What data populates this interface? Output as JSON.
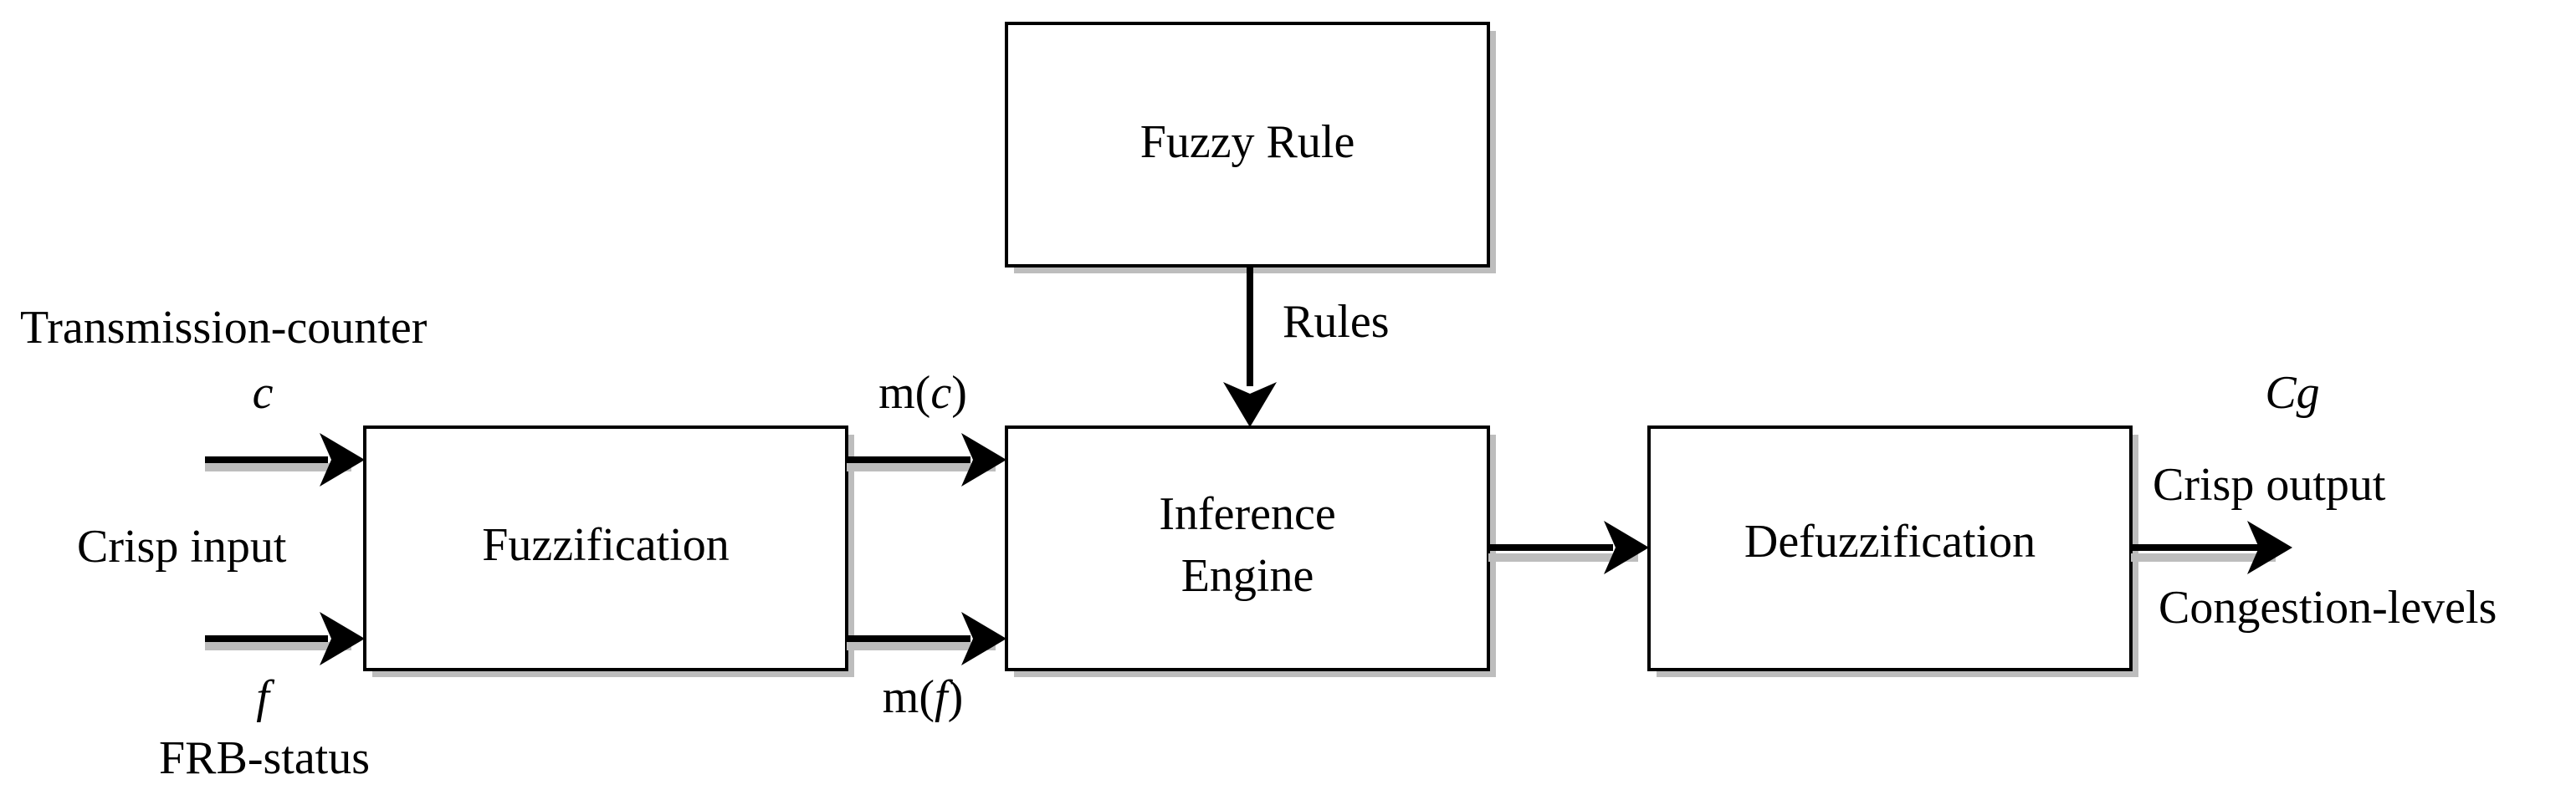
{
  "blocks": {
    "fuzzy_rule": "Fuzzy Rule",
    "fuzzification": "Fuzzification",
    "inference_line1": "Inference",
    "inference_line2": "Engine",
    "defuzzification": "Defuzzification"
  },
  "inputs": {
    "top_label": "Transmission-counter",
    "top_var": "c",
    "middle_label": "Crisp input",
    "bottom_var": "f",
    "bottom_label": "FRB-status"
  },
  "signals": {
    "rules": "Rules",
    "mc_prefix": "m(",
    "mc_var": "c",
    "mc_suffix": ")",
    "mf_prefix": "m(",
    "mf_var": "f",
    "mf_suffix": ")"
  },
  "output": {
    "var": "Cg",
    "label_top": "Crisp output",
    "label_bottom": "Congestion-levels"
  },
  "colors": {
    "stroke": "#000000",
    "shadow": "#bdbdbd",
    "background": "#ffffff"
  }
}
